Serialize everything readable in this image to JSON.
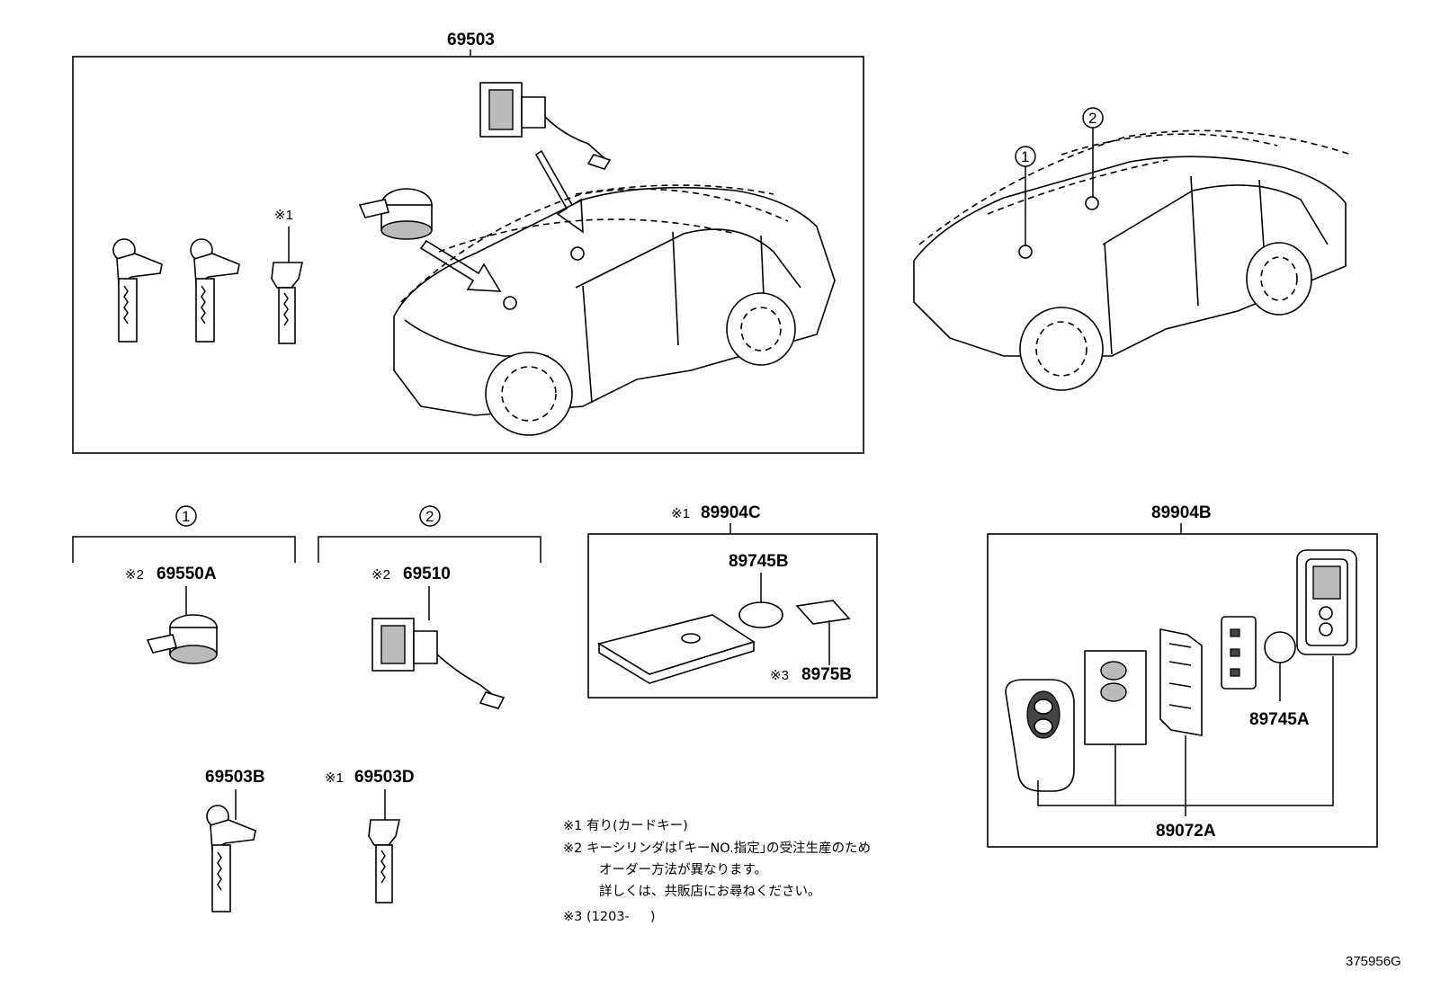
{
  "labels": {
    "kit_main": "69503",
    "circle_1": "1",
    "circle_2": "2",
    "note1_marker": "※1",
    "cyl_69550a": "69550A",
    "cyl_69510": "69510",
    "note2_marker": "※2",
    "key_69503b": "69503B",
    "key_69503d": "69503D",
    "card_kit": "89904C",
    "sticker_89745b": "89745B",
    "plate_8975b": "8975B",
    "note3_marker": "※3",
    "smart_kit": "89904B",
    "battery_89745a": "89745A",
    "transmitter_89072a": "89072A",
    "figure_id": "375956G"
  },
  "notes": {
    "n1": "※1 有り(カードキー)",
    "n2_l1": "※2 キーシリンダは｢キーNO.指定｣の受注生産のため",
    "n2_l2": "オーダー方法が異なります。",
    "n2_l3": "詳しくは、共販店にお尋ねください。",
    "n3": "※3 (1203-     )"
  }
}
